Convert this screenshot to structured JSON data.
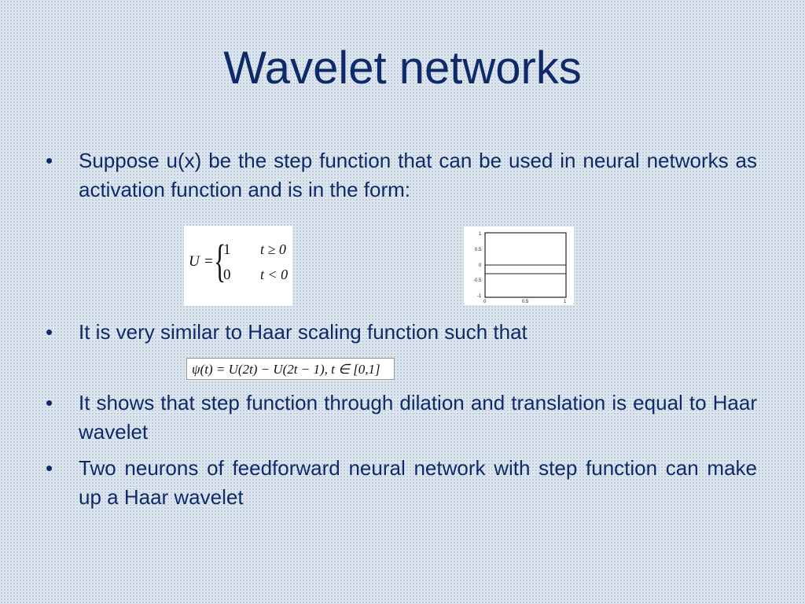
{
  "slide": {
    "title": "Wavelet networks",
    "bullet_glyph": "•",
    "bullets": [
      "Suppose u(x) be the step function that can be used in neural networks as activation function and is in the form:",
      "It is very similar to Haar scaling function such that",
      "It shows that step function through dilation and translation is equal to Haar wavelet",
      "Two neurons of feedforward neural network with step function can make up a Haar wavelet"
    ]
  },
  "equation": {
    "lhs": "U",
    "eq": "=",
    "brace": "{",
    "row1_value": "1",
    "row1_condition": "t ≥ 0",
    "row2_value": "0",
    "row2_condition": "t < 0"
  },
  "formula": {
    "text": "ψ(t) = U(2t) − U(2t − 1), t ∈ [0,1]"
  },
  "step_plot": {
    "y_tick_labels": [
      "1",
      "0.5",
      "0",
      "-0.5",
      "-1"
    ],
    "x_tick_labels": [
      "0",
      "0.5",
      "1"
    ],
    "step_value": 1
  },
  "colors": {
    "title": "#0e2a6b",
    "text": "#0e2a6b",
    "background": "#dde6ee"
  }
}
